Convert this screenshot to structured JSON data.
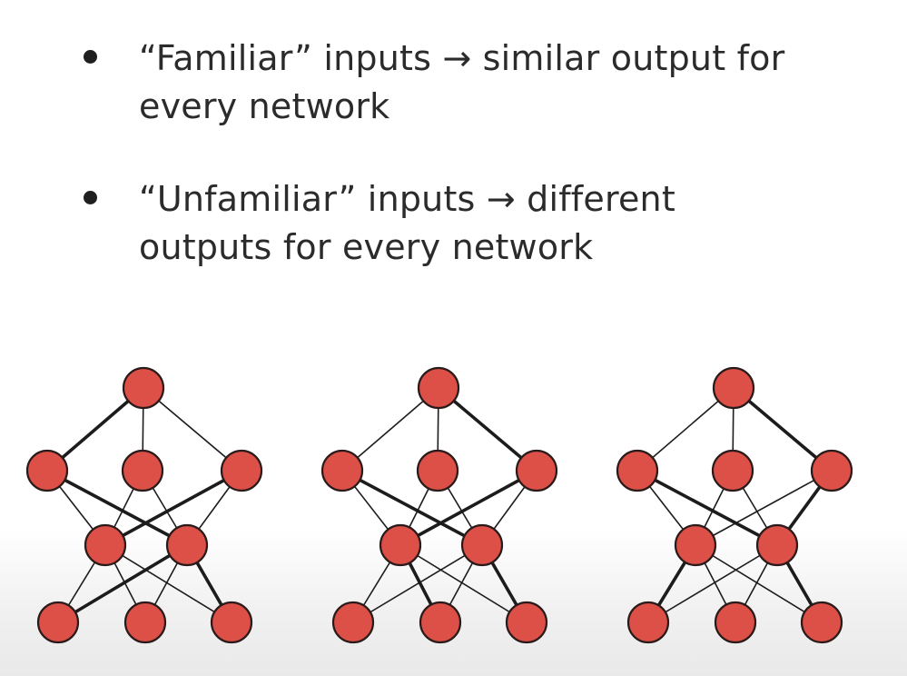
{
  "slide": {
    "bullets": [
      {
        "lines": [
          "“Familiar” inputs → similar output for",
          "every network"
        ]
      },
      {
        "lines": [
          "“Unfamiliar” inputs → different",
          "outputs for every network"
        ]
      }
    ]
  },
  "diagram": {
    "node_color": "#dc5048",
    "node_stroke": "#2a1a1a",
    "edge_color": "#1c1c1c",
    "networks": [
      {
        "name": "network-1",
        "layers": [
          1,
          3,
          2,
          3
        ],
        "edges": [
          [
            [
              0,
              0
            ],
            [
              1,
              0
            ],
            "thick"
          ],
          [
            [
              0,
              0
            ],
            [
              1,
              1
            ],
            "thin"
          ],
          [
            [
              0,
              0
            ],
            [
              1,
              2
            ],
            "thin"
          ],
          [
            [
              1,
              0
            ],
            [
              2,
              0
            ],
            "thin"
          ],
          [
            [
              1,
              0
            ],
            [
              2,
              1
            ],
            "thick"
          ],
          [
            [
              1,
              1
            ],
            [
              2,
              0
            ],
            "thin"
          ],
          [
            [
              1,
              1
            ],
            [
              2,
              1
            ],
            "thin"
          ],
          [
            [
              1,
              2
            ],
            [
              2,
              0
            ],
            "thick"
          ],
          [
            [
              1,
              2
            ],
            [
              2,
              1
            ],
            "thin"
          ],
          [
            [
              2,
              0
            ],
            [
              3,
              0
            ],
            "thin"
          ],
          [
            [
              2,
              0
            ],
            [
              3,
              1
            ],
            "thin"
          ],
          [
            [
              2,
              0
            ],
            [
              3,
              2
            ],
            "thin"
          ],
          [
            [
              2,
              1
            ],
            [
              3,
              0
            ],
            "thick"
          ],
          [
            [
              2,
              1
            ],
            [
              3,
              1
            ],
            "thin"
          ],
          [
            [
              2,
              1
            ],
            [
              3,
              2
            ],
            "thick"
          ]
        ]
      },
      {
        "name": "network-2",
        "layers": [
          1,
          3,
          2,
          3
        ],
        "edges": [
          [
            [
              0,
              0
            ],
            [
              1,
              0
            ],
            "thin"
          ],
          [
            [
              0,
              0
            ],
            [
              1,
              1
            ],
            "thin"
          ],
          [
            [
              0,
              0
            ],
            [
              1,
              2
            ],
            "thick"
          ],
          [
            [
              1,
              0
            ],
            [
              2,
              0
            ],
            "thin"
          ],
          [
            [
              1,
              0
            ],
            [
              2,
              1
            ],
            "thick"
          ],
          [
            [
              1,
              1
            ],
            [
              2,
              0
            ],
            "thin"
          ],
          [
            [
              1,
              1
            ],
            [
              2,
              1
            ],
            "thin"
          ],
          [
            [
              1,
              2
            ],
            [
              2,
              0
            ],
            "thick"
          ],
          [
            [
              1,
              2
            ],
            [
              2,
              1
            ],
            "thin"
          ],
          [
            [
              2,
              0
            ],
            [
              3,
              0
            ],
            "thin"
          ],
          [
            [
              2,
              0
            ],
            [
              3,
              1
            ],
            "thick"
          ],
          [
            [
              2,
              0
            ],
            [
              3,
              2
            ],
            "thin"
          ],
          [
            [
              2,
              1
            ],
            [
              3,
              0
            ],
            "thin"
          ],
          [
            [
              2,
              1
            ],
            [
              3,
              1
            ],
            "thin"
          ],
          [
            [
              2,
              1
            ],
            [
              3,
              2
            ],
            "thick"
          ]
        ]
      },
      {
        "name": "network-3",
        "layers": [
          1,
          3,
          2,
          3
        ],
        "edges": [
          [
            [
              0,
              0
            ],
            [
              1,
              0
            ],
            "thin"
          ],
          [
            [
              0,
              0
            ],
            [
              1,
              1
            ],
            "thin"
          ],
          [
            [
              0,
              0
            ],
            [
              1,
              2
            ],
            "thick"
          ],
          [
            [
              1,
              0
            ],
            [
              2,
              0
            ],
            "thin"
          ],
          [
            [
              1,
              0
            ],
            [
              2,
              1
            ],
            "thick"
          ],
          [
            [
              1,
              1
            ],
            [
              2,
              0
            ],
            "thin"
          ],
          [
            [
              1,
              1
            ],
            [
              2,
              1
            ],
            "thin"
          ],
          [
            [
              1,
              2
            ],
            [
              2,
              0
            ],
            "thin"
          ],
          [
            [
              1,
              2
            ],
            [
              2,
              1
            ],
            "thick"
          ],
          [
            [
              2,
              0
            ],
            [
              3,
              0
            ],
            "thick"
          ],
          [
            [
              2,
              0
            ],
            [
              3,
              1
            ],
            "thin"
          ],
          [
            [
              2,
              0
            ],
            [
              3,
              2
            ],
            "thin"
          ],
          [
            [
              2,
              1
            ],
            [
              3,
              0
            ],
            "thin"
          ],
          [
            [
              2,
              1
            ],
            [
              3,
              1
            ],
            "thin"
          ],
          [
            [
              2,
              1
            ],
            [
              3,
              2
            ],
            "thick"
          ]
        ]
      }
    ]
  }
}
